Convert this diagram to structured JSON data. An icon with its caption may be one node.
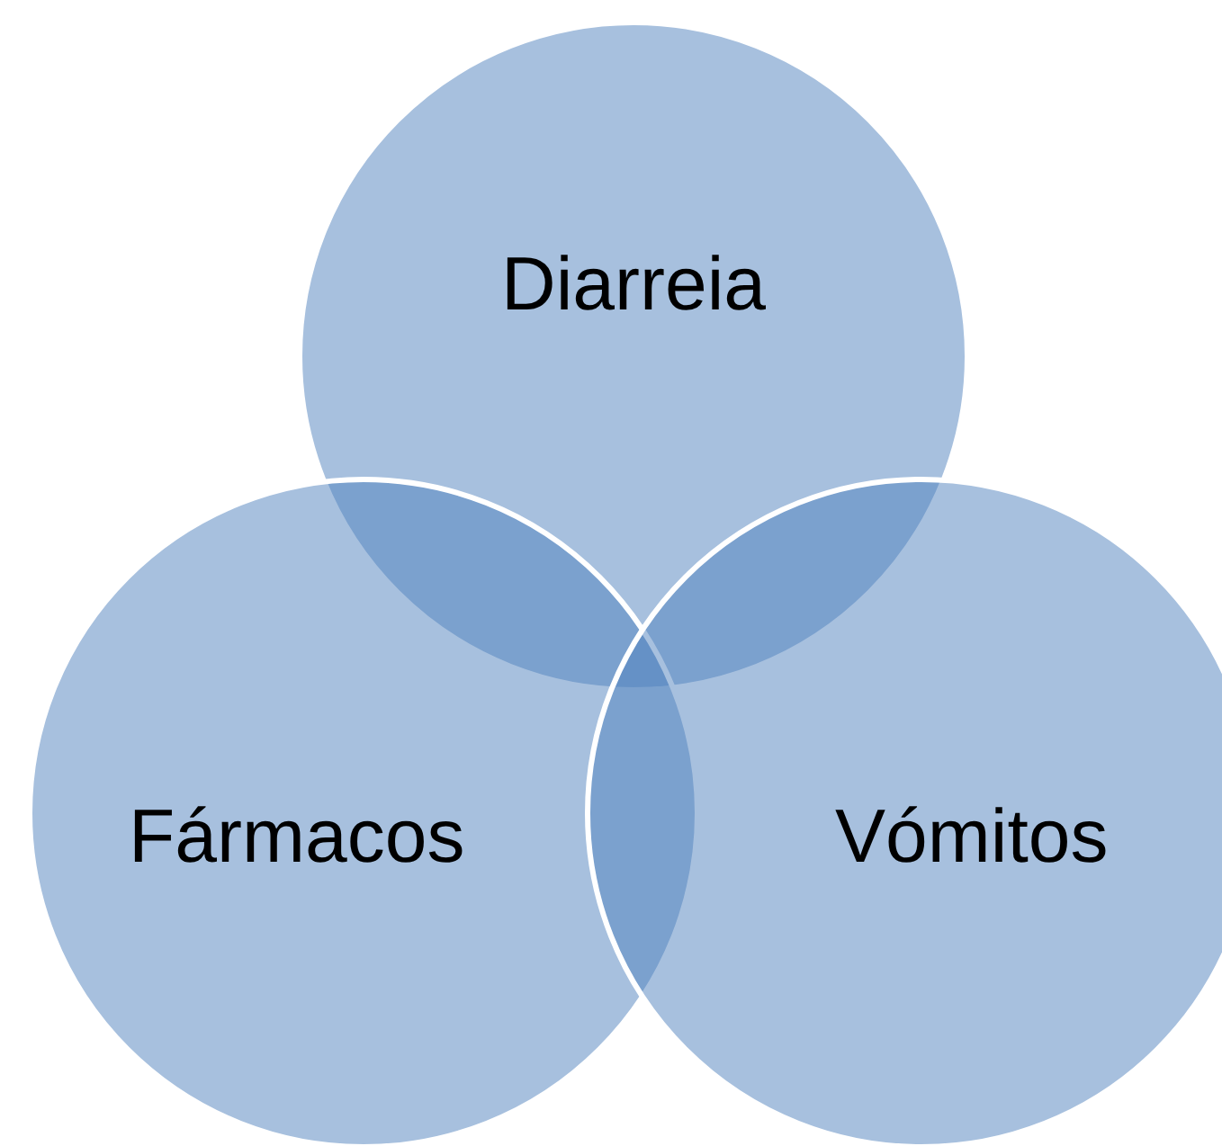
{
  "diagram": {
    "nodes": [
      {
        "text": [
          "Diarreia"
        ]
      },
      {
        "text": [
          "Fármacos"
        ]
      },
      {
        "text": [
          "Vómitos"
        ]
      }
    ]
  }
}
